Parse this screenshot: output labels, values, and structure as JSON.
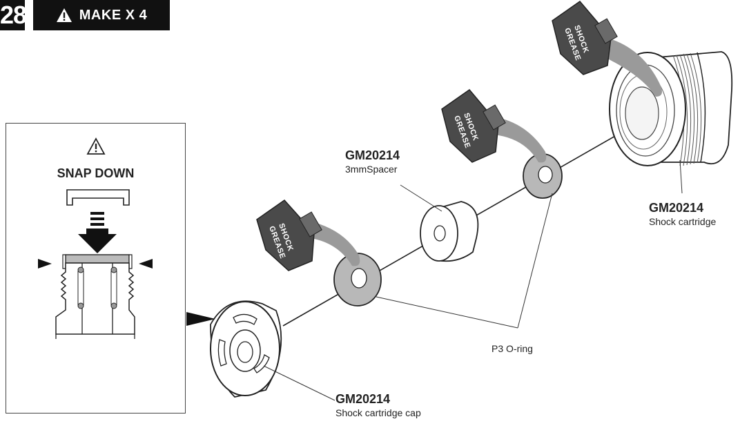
{
  "header": {
    "step_number": "28",
    "make_label": "MAKE X 4"
  },
  "inset": {
    "title": "SNAP DOWN"
  },
  "grease_label_line1": "SHOCK",
  "grease_label_line2": "GREASE",
  "parts": {
    "cartridge": {
      "code": "GM20214",
      "name": "Shock cartridge"
    },
    "spacer": {
      "code": "GM20214",
      "name": "3mmSpacer"
    },
    "oring": {
      "name": "P3 O-ring"
    },
    "cap": {
      "code": "GM20214",
      "name": "Shock cartridge cap"
    }
  },
  "colors": {
    "ink": "#1a1a1a",
    "grease_tube": "#555555",
    "grease_smear": "#9a9a9a",
    "oring_fill": "#b8b8b8"
  }
}
